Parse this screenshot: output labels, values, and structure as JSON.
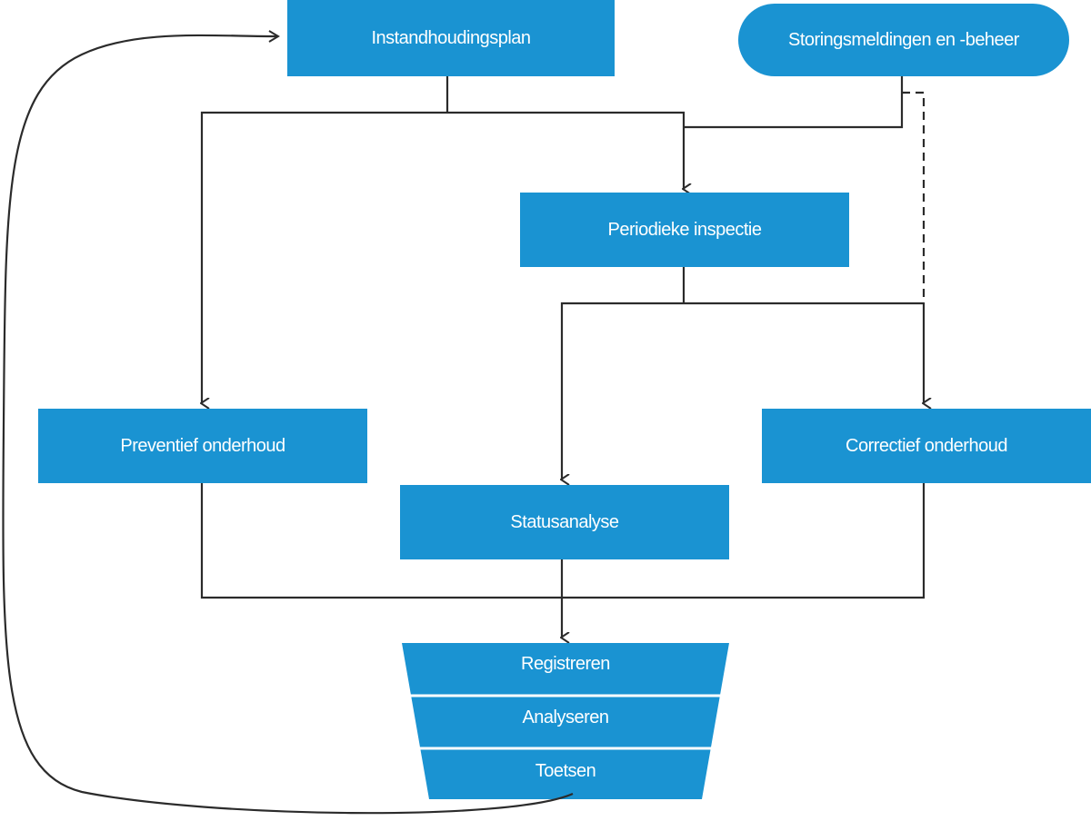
{
  "nodes": {
    "instandhoudingsplan": "Instandhoudingsplan",
    "storingsmeldingen": "Storingsmeldingen en -beheer",
    "periodieke_inspectie": "Periodieke inspectie",
    "preventief_onderhoud": "Preventief onderhoud",
    "correctief_onderhoud": "Correctief onderhoud",
    "statusanalyse": "Statusanalyse"
  },
  "funnel": {
    "steps": [
      "Registreren",
      "Analyseren",
      "Toetsen"
    ]
  },
  "colors": {
    "box_fill": "#1a93d2",
    "box_text": "#ffffff",
    "connector": "#2b2b2b",
    "background": "#ffffff"
  }
}
